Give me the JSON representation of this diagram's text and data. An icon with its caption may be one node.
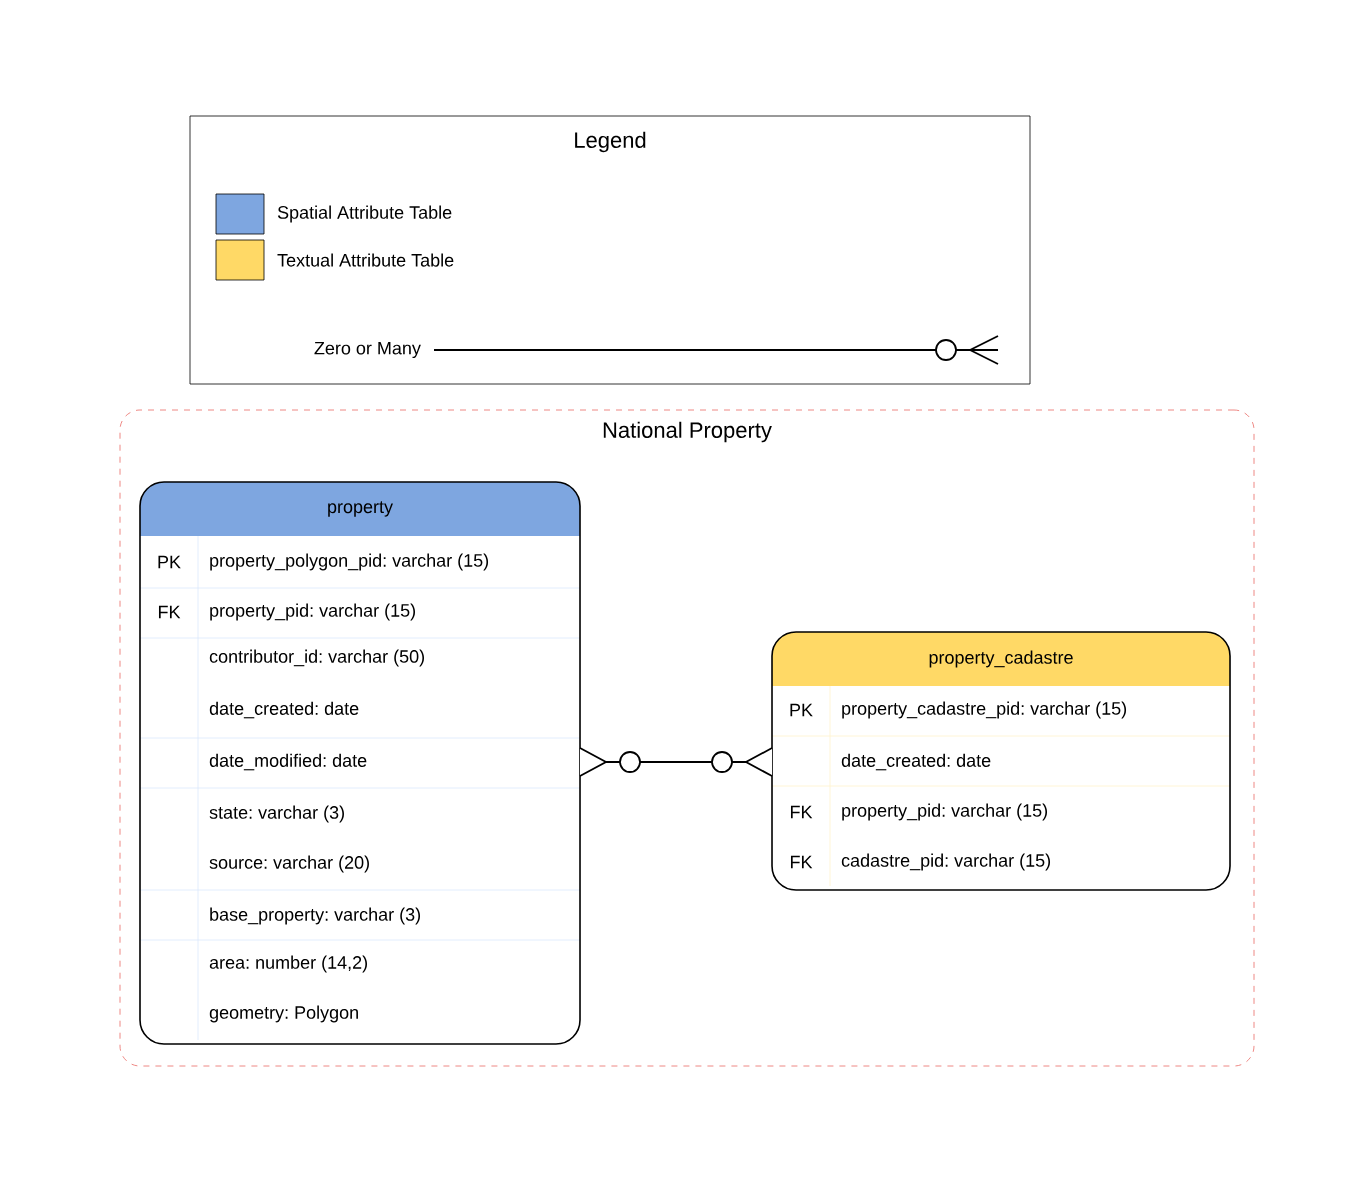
{
  "diagram": {
    "nodes": [
      {
        "text": [
          "Legend"
        ]
      },
      {
        "text": [
          "National Property"
        ]
      },
      {
        "text": [
          "property",
          "PK",
          "property_polygon_pid: varchar (15)",
          "FK",
          "property_pid: varchar (15)",
          "contributor_id: varchar (50)",
          "date_created: date",
          "date_modified: date",
          "state: varchar (3)",
          "source: varchar (20)",
          "base_property: varchar (3)",
          "area: number (14,2)",
          "geometry: Polygon"
        ],
        "in": 1
      },
      {
        "text": [
          "property_cadastre",
          "PK",
          "property_cadastre_pid: varchar (15)",
          "date_created: date",
          "FK",
          "property_pid: varchar (15)",
          "FK",
          "cadastre_pid: varchar (15)"
        ],
        "in": 1
      }
    ],
    "edges": [
      {
        "from": 2,
        "to": 3,
        "arrow": "other"
      }
    ],
    "legend": [
      {
        "text": "Spatial Attribute Table",
        "color": "#7ea6e0"
      },
      {
        "text": "Textual Attribute Table",
        "color": "#ffd966"
      },
      {
        "text": "Zero or Many"
      }
    ]
  }
}
